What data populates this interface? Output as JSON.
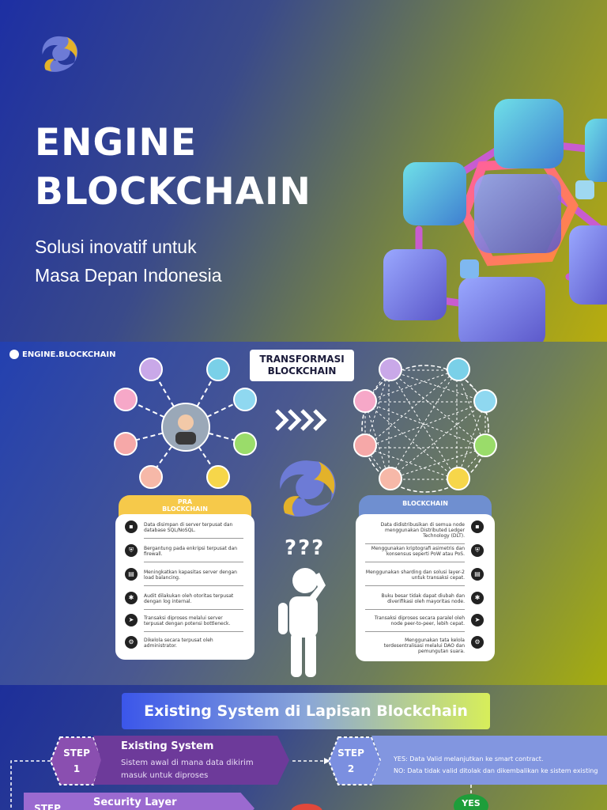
{
  "hero": {
    "title_line1": "ENGINE",
    "title_line2": "BLOCKCHAIN",
    "subtitle_line1": "Solusi inovatif untuk",
    "subtitle_line2": "Masa Depan Indonesia",
    "logo_icon": "swirl-logo-icon",
    "illustration": "blockchain-cubes-illustration"
  },
  "infographic": {
    "brand": "ENGINE.BLOCKCHAIN",
    "heading_line1": "TRANSFORMASI",
    "heading_line2": "BLOCKCHAIN",
    "left_card": {
      "title_line1": "PRA",
      "title_line2": "BLOCKCHAIN",
      "items": [
        "Data disimpan di server terpusat dan database SQL/NoSQL.",
        "Bergantung pada enkripsi terpusat dan firewall.",
        "Meningkatkan kapasitas server dengan load balancing.",
        "Audit dilakukan oleh otoritas terpusat dengan log internal.",
        "Transaksi diproses melalui server terpusat dengan potensi bottleneck.",
        "Dikelola secara terpusat oleh administrator."
      ]
    },
    "right_card": {
      "title": "BLOCKCHAIN",
      "items": [
        "Data didistribusikan di semua node menggunakan Distributed Ledger Technology (DLT).",
        "Menggunakan kriptografi asimetris dan konsensus seperti PoW atau PoS.",
        "Menggunakan sharding dan solusi layer-2 untuk transaksi cepat.",
        "Buku besar tidak dapat diubah dan diverifikasi oleh mayoritas node.",
        "Transaksi diproses secara paralel oleh node peer-to-peer, lebih cepat.",
        "Menggunakan tata kelola terdesentralisasi melalui DAO dan pemungutan suara."
      ]
    },
    "question_marks": "???",
    "colors": {
      "left_header": "#f6c94a",
      "right_header": "#6f8fd0"
    }
  },
  "flow": {
    "title": "Existing System di Lapisan Blockchain",
    "step1": {
      "label": "STEP",
      "number": "1",
      "title": "Existing System",
      "desc_line1": "Sistem awal di mana data dikirim",
      "desc_line2": "masuk untuk diproses"
    },
    "step2": {
      "label": "STEP",
      "number": "2",
      "yes_text": "YES: Data Valid melanjutkan ke smart contract.",
      "no_text": "NO: Data tidak valid ditolak dan dikembalikan ke sistem existing"
    },
    "step3": {
      "label": "STEP",
      "title": "Security Layer"
    },
    "yes_badge": "YES",
    "colors": {
      "step1": "#8a4fb0",
      "step2": "#7b8fe0",
      "step3": "#9b6ad0",
      "yes": "#1e9e3a",
      "no": "#e2483a"
    }
  }
}
